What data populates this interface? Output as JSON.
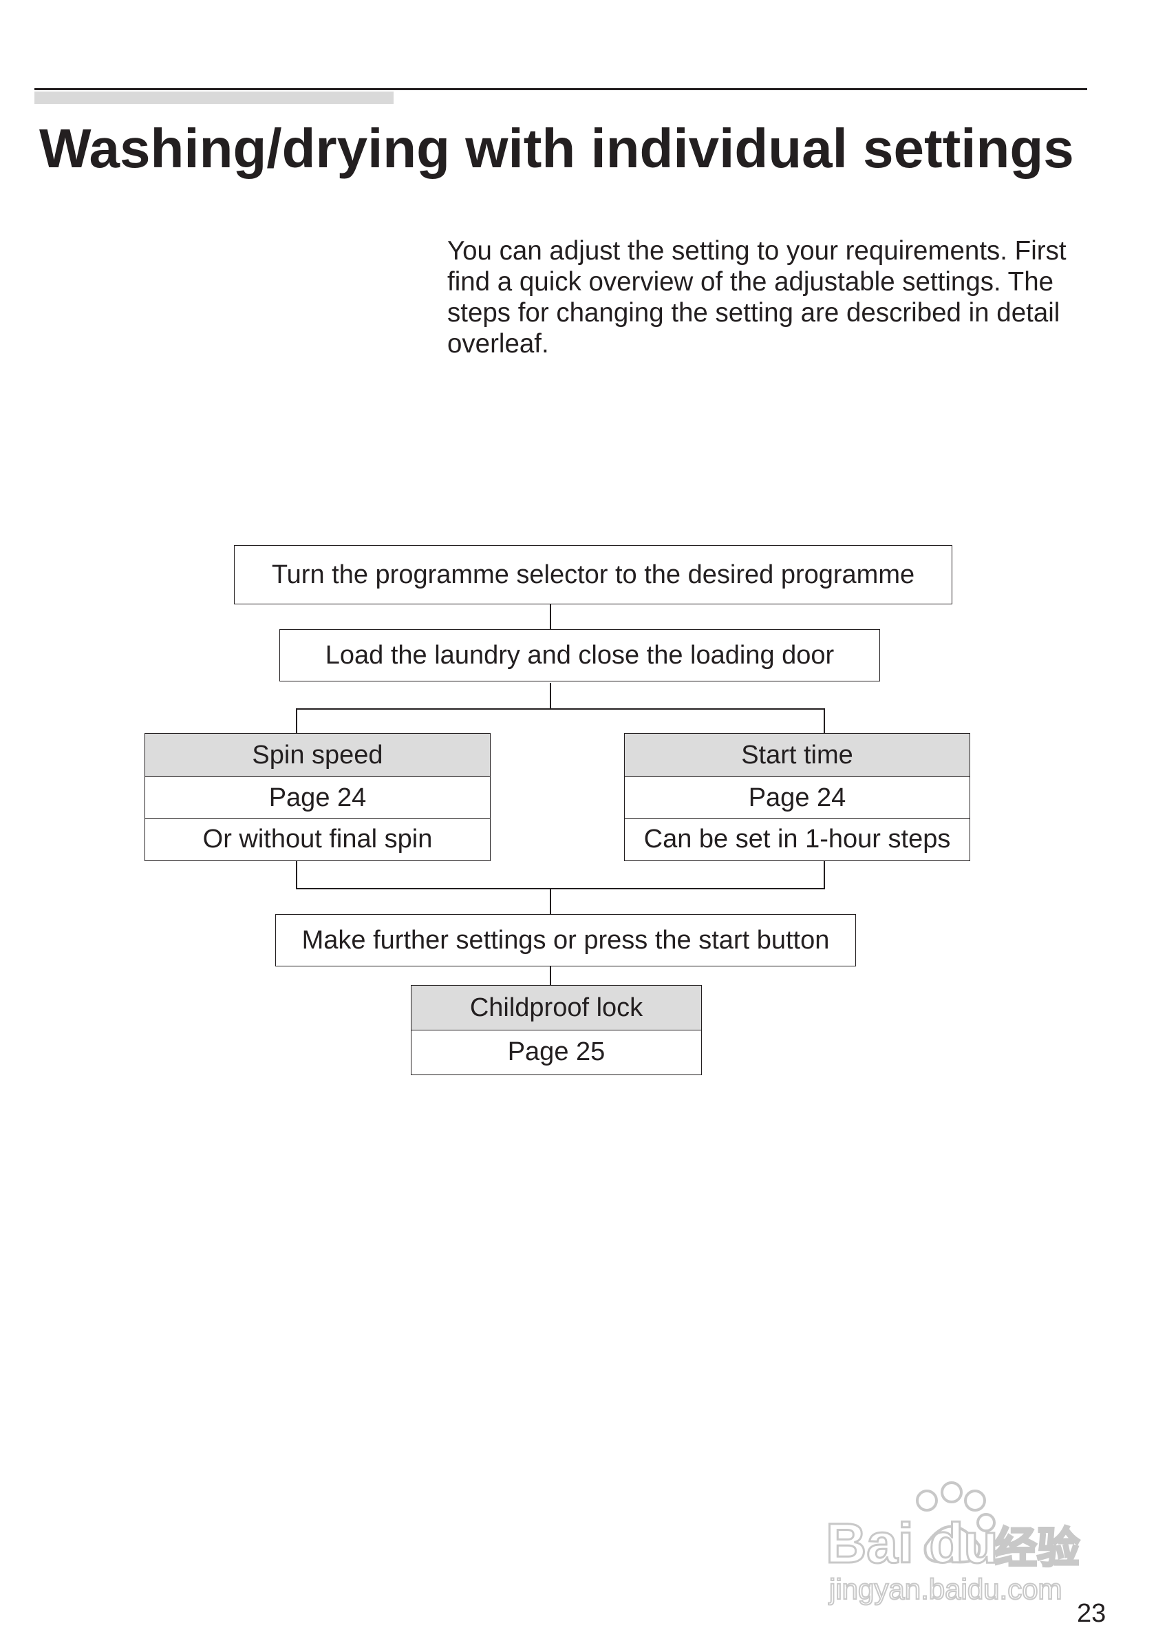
{
  "page": {
    "title": "Washing/drying with individual settings",
    "intro": "You can adjust the setting to your requirements. First find a quick overview of the adjustable settings. The steps for changing the setting are described in detail overleaf.",
    "page_number": "23"
  },
  "flow": {
    "step1": "Turn the programme selector to the desired programme",
    "step2": "Load the laundry and close the loading door",
    "spin": {
      "title": "Spin speed",
      "page": "Page 24",
      "note": "Or without final spin"
    },
    "start": {
      "title": "Start time",
      "page": "Page 24",
      "note": "Can be set in 1-hour steps"
    },
    "step3": "Make further settings or press the start button",
    "lock": {
      "title": "Childproof lock",
      "page": "Page 25"
    }
  },
  "watermark": {
    "brand": "Bai du",
    "cn": "经验",
    "url": "jingyan.baidu.com"
  }
}
